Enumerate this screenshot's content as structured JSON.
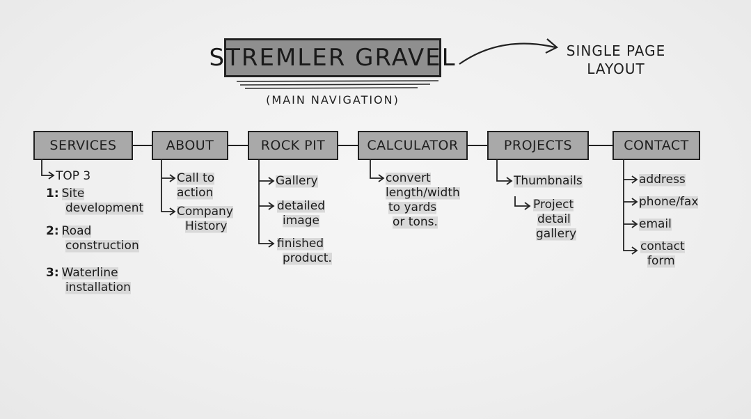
{
  "title": "STREMLER GRAVEL",
  "subtitle": "(MAIN NAVIGATION)",
  "note": [
    "SINGLE PAGE",
    "LAYOUT"
  ],
  "nav": [
    {
      "label": "SERVICES"
    },
    {
      "label": "ABOUT"
    },
    {
      "label": "ROCK PIT"
    },
    {
      "label": "CALCULATOR"
    },
    {
      "label": "PROJECTS"
    },
    {
      "label": "CONTACT"
    }
  ],
  "services": {
    "top_label": "TOP 3",
    "items": [
      {
        "num": "1:",
        "lines": [
          "Site",
          "development"
        ]
      },
      {
        "num": "2:",
        "lines": [
          "Road",
          "construction"
        ]
      },
      {
        "num": "3:",
        "lines": [
          "Waterline",
          "installation"
        ]
      }
    ]
  },
  "about": {
    "items": [
      {
        "lines": [
          "Call to",
          "action"
        ]
      },
      {
        "lines": [
          "Company",
          "History"
        ]
      }
    ]
  },
  "rockpit": {
    "items": [
      {
        "lines": [
          "Gallery"
        ]
      },
      {
        "lines": [
          "detailed",
          "image"
        ]
      },
      {
        "lines": [
          "finished",
          "product."
        ]
      }
    ]
  },
  "calculator": {
    "items": [
      {
        "lines": [
          "convert",
          "length/width",
          "to yards",
          "or tons."
        ]
      }
    ]
  },
  "projects": {
    "items": [
      {
        "lines": [
          "Thumbnails"
        ]
      },
      {
        "lines": [
          "Project",
          "detail",
          "gallery"
        ]
      }
    ]
  },
  "contact": {
    "items": [
      {
        "lines": [
          "address"
        ]
      },
      {
        "lines": [
          "phone/fax"
        ]
      },
      {
        "lines": [
          "email"
        ]
      },
      {
        "lines": [
          "contact",
          "form"
        ]
      }
    ]
  }
}
